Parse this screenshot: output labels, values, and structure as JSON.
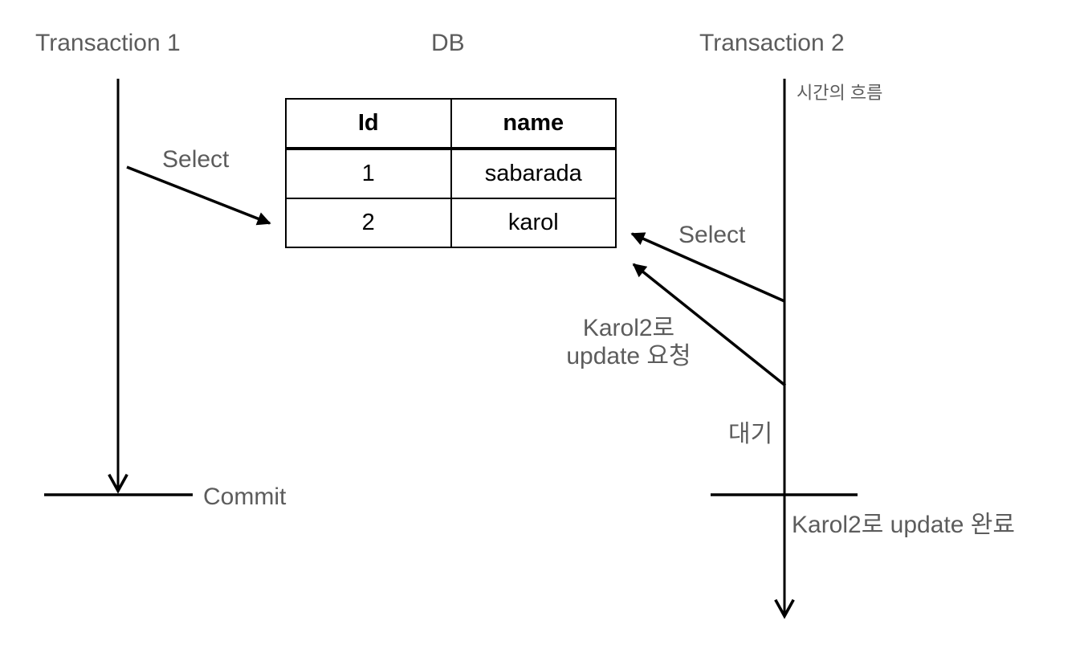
{
  "lanes": {
    "transaction1": "Transaction 1",
    "db": "DB",
    "transaction2": "Transaction 2"
  },
  "annotations": {
    "time_flow": "시간의 흐름",
    "select_t1": "Select",
    "select_t2": "Select",
    "update_request_line1": "Karol2로",
    "update_request_line2": "update 요청",
    "wait": "대기",
    "commit": "Commit",
    "update_complete": "Karol2로 update 완료"
  },
  "db_table": {
    "columns": [
      "Id",
      "name"
    ],
    "rows": [
      [
        "1",
        "sabarada"
      ],
      [
        "2",
        "karol"
      ]
    ]
  },
  "colors": {
    "label_gray": "#5c5c5c",
    "line_black": "#000000",
    "table_text": "#000000",
    "background": "#ffffff"
  }
}
